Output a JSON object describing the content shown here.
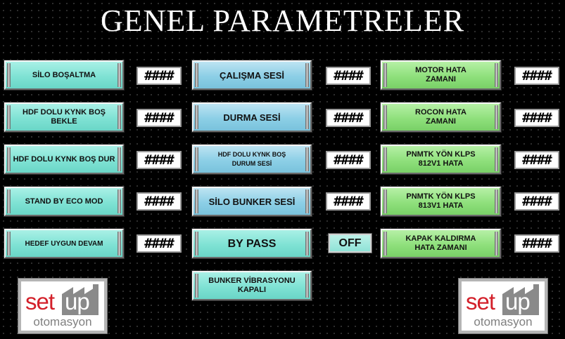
{
  "title": "GENEL PARAMETRELER",
  "placeholder_value": "####",
  "buttons": {
    "silo_bosaltma": "SİLO BOŞALTMA",
    "hdf_dolu_kynk_bos_bekle": "HDF DOLU KYNK BOŞ BEKLE",
    "hdf_dolu_kynk_bos_dur": "HDF DOLU KYNK BOŞ DUR",
    "stand_by_eco_mod": "STAND BY ECO MOD",
    "hedef_uygun_devam": "HEDEF UYGUN DEVAM",
    "calisma_sesi": "ÇALIŞMA SESİ",
    "durma_sesi": "DURMA SESİ",
    "hdf_dolu_kynk_bos_durum_sesi": "HDF DOLU KYNK BOŞ DURUM SESİ",
    "silo_bunker_sesi": "SİLO BUNKER SESİ",
    "by_pass": "BY PASS",
    "bunker_vibrasyonu_kapali": "BUNKER VİBRASYONU KAPALI",
    "motor_hata_zamani": "MOTOR HATA ZAMANI",
    "rocon_hata_zamani": "ROCON HATA ZAMANI",
    "pnmtk_yon_klps_812v1_hata": "PNMTK YÖN KLPS 812V1 HATA",
    "pnmtk_yon_klps_813v1_hata": "PNMTK YÖN KLPS 813V1 HATA",
    "kapak_kaldirma_hata_zamani": "KAPAK KALDIRMA HATA ZAMANI"
  },
  "by_pass_state": "OFF",
  "logo": {
    "left": "set",
    "right": "up",
    "sub": "otomasyon"
  },
  "colors": {
    "button_teal": "#7fe2d4",
    "button_blue": "#8ccfe6",
    "button_green": "#8fe07c",
    "logo_red": "#d3202a"
  }
}
